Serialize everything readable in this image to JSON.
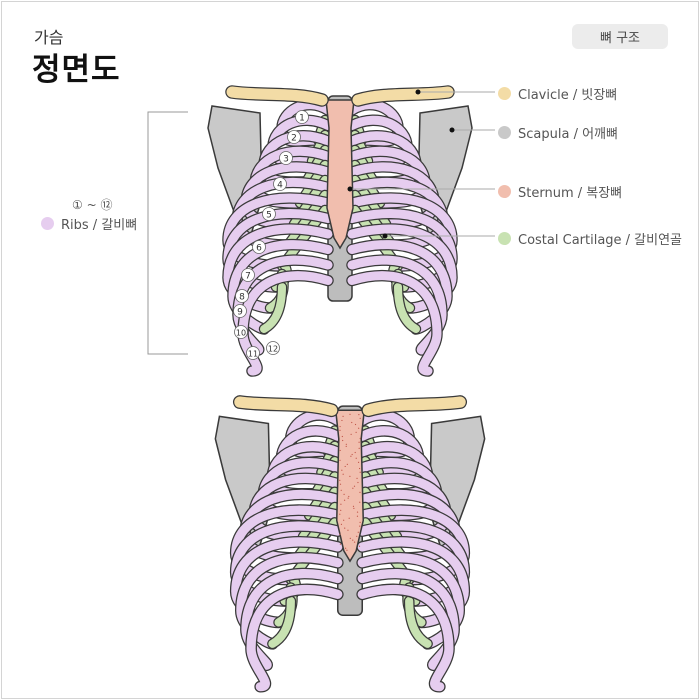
{
  "header": {
    "subtitle": "가슴",
    "title": "정면도",
    "badge": "뼈 구조"
  },
  "legend": [
    {
      "id": "clavicle",
      "label": "Clavicle / 빗장뼈",
      "color": "#f3dca6"
    },
    {
      "id": "scapula",
      "label": "Scapula / 어깨뼈",
      "color": "#c9c9c9"
    },
    {
      "id": "sternum",
      "label": "Sternum / 복장뼈",
      "color": "#f1beae"
    },
    {
      "id": "costal",
      "label": "Costal Cartilage / 갈비연골",
      "color": "#c8e2b2"
    }
  ],
  "ribs_legend": {
    "range": "① ~ ⑫",
    "label": "Ribs / 갈비뼈",
    "color": "#e6cdef"
  },
  "rib_numbers": [
    "1",
    "2",
    "3",
    "4",
    "5",
    "6",
    "7",
    "8",
    "9",
    "10",
    "11",
    "12"
  ],
  "colors": {
    "rib": "#e6cdef",
    "outline": "#3a3a3a",
    "spine": "#bdbdbd"
  }
}
